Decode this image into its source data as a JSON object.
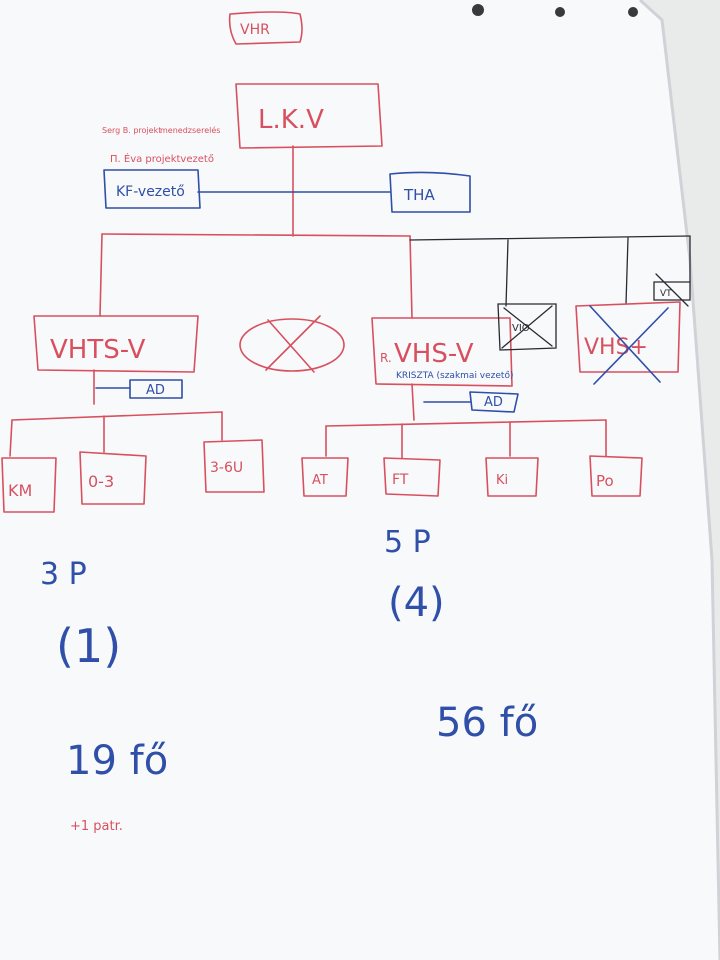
{
  "tag": "VHR",
  "top_box": "L.K.V",
  "note_line1": "Serg B. projekt",
  "note_line1b": "menedzserelés",
  "note_line2": "Π. Éva projektvezető",
  "left_staff_box": "KF-vezető",
  "right_staff_box": "THA",
  "division_left": "VHTS-V",
  "division_right": "VHS-V",
  "division_right_prefix": "R.",
  "division_right_note": "KRISZTA (szakmai vezető)",
  "small_box_1": "VIO",
  "small_box_2": "VHS+",
  "small_box_3": "VT",
  "ad_label": "AD",
  "left_units": [
    "KM",
    "0-3",
    "3-6U"
  ],
  "right_units": [
    "AT",
    "FT",
    "Ki",
    "Po"
  ],
  "left_count": "3 P",
  "left_sub": "(1)",
  "left_total": "19 fő",
  "left_extra": "+1 patr.",
  "right_count": "5 P",
  "right_sub": "(4)",
  "right_total": "56 fő",
  "colors": {
    "paper": "#f8f9fb",
    "red_marker": "#d8505f",
    "blue_marker": "#2f4fa8",
    "black_marker": "#2a2a33"
  }
}
